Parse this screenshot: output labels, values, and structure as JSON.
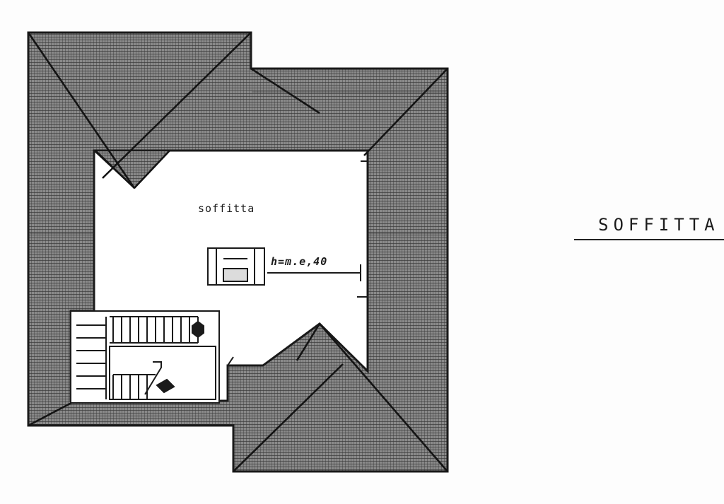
{
  "plan": {
    "title": "SOFFITTA",
    "room_label": "soffitta",
    "height_note": "h=m.e,40"
  },
  "colors": {
    "paper": "#fdfdfd",
    "ink": "#1c1c1c",
    "roof_fill": "#6e6e6e",
    "room_fill": "#ffffff"
  }
}
